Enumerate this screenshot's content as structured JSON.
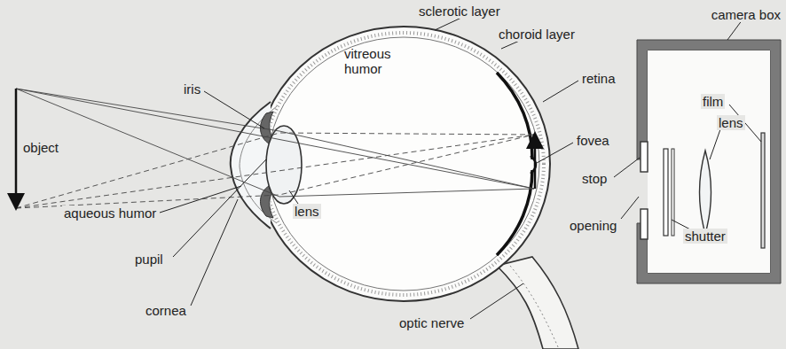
{
  "diagram": {
    "labels": [
      "sclerotic layer",
      "choroid layer",
      "vitreous humor",
      "retina",
      "iris",
      "object",
      "fovea",
      "lens",
      "aqueous humor",
      "pupil",
      "cornea",
      "optic nerve",
      "camera box",
      "film",
      "stop",
      "lens",
      "opening",
      "shutter"
    ]
  }
}
